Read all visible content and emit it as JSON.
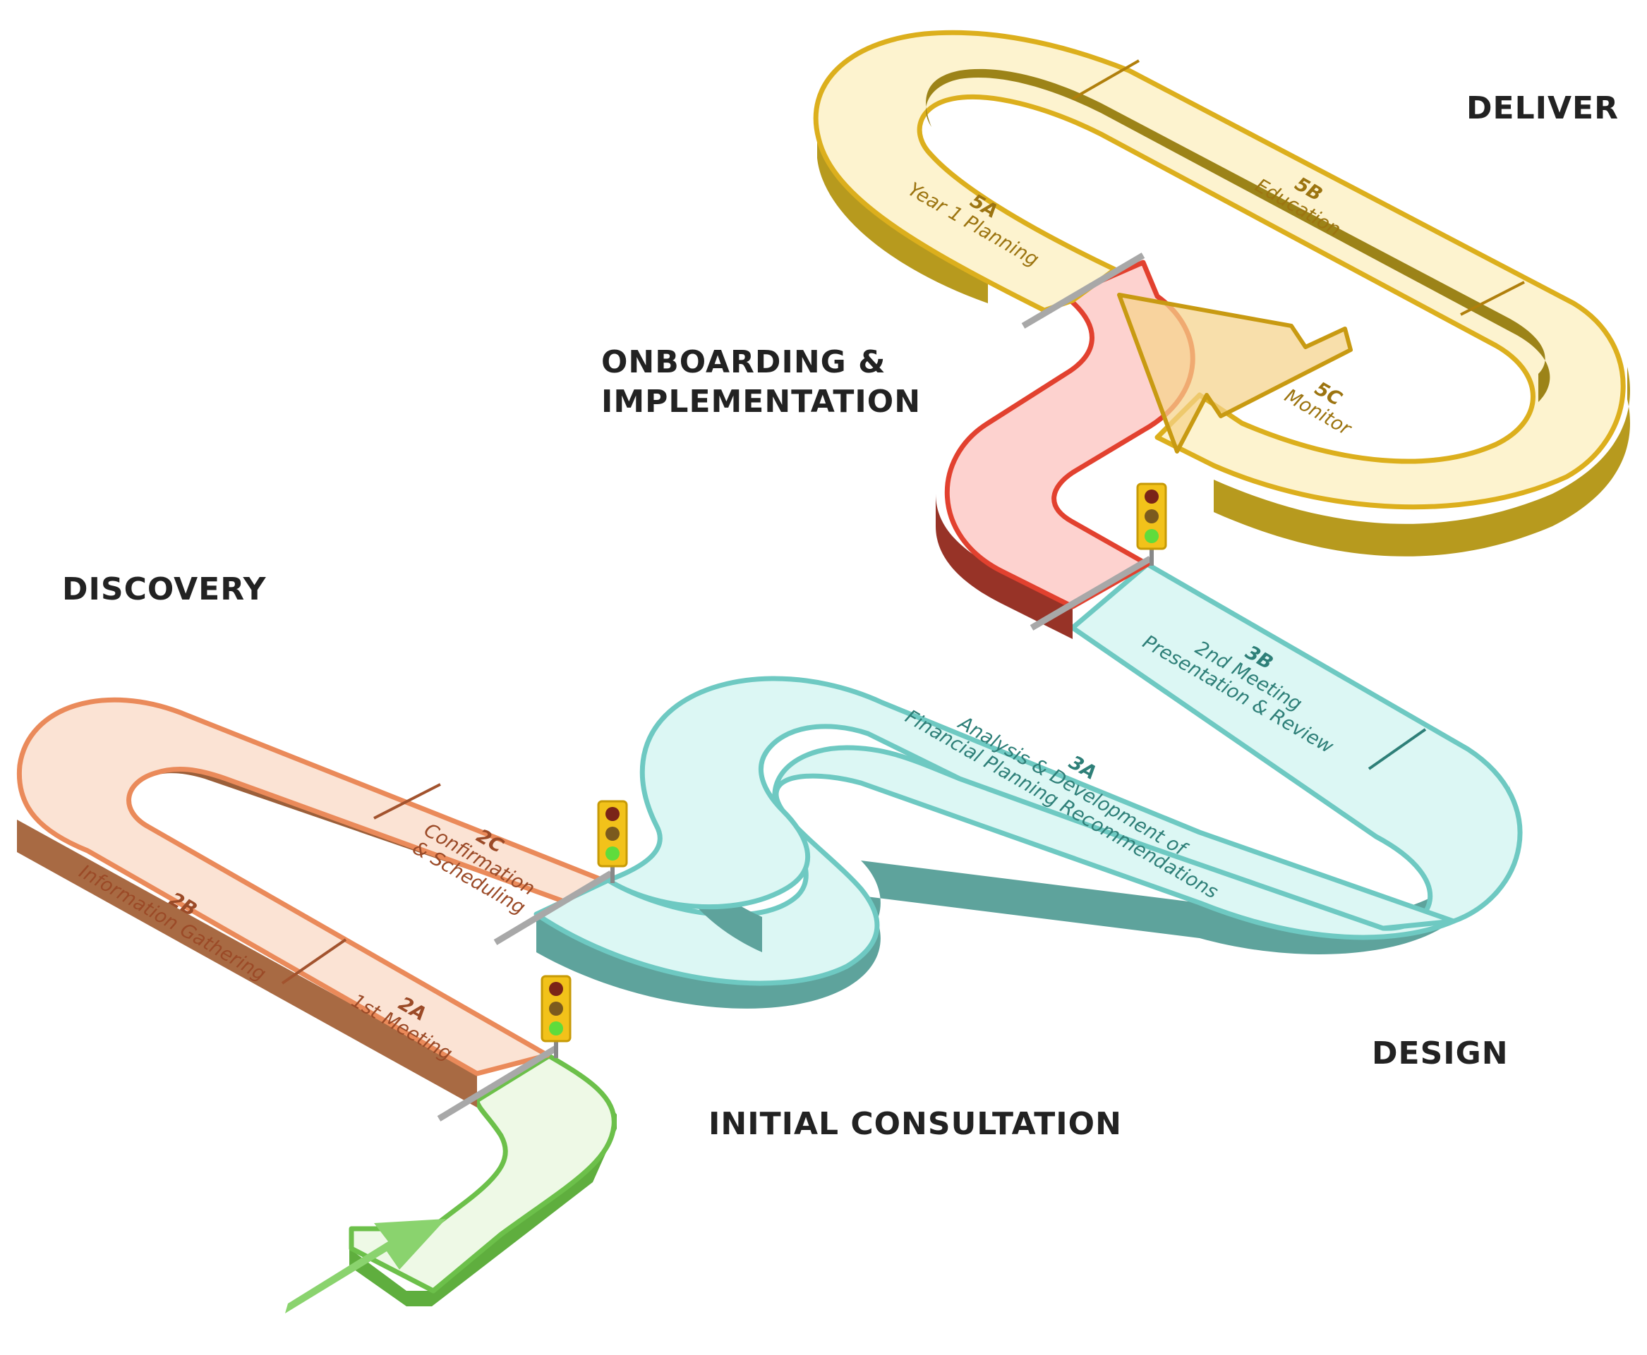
{
  "stages": {
    "initial": "INITIAL CONSULTATION",
    "discovery": "DISCOVERY",
    "design": "DESIGN",
    "onboarding_line1": "ONBOARDING &",
    "onboarding_line2": "IMPLEMENTATION",
    "deliver": "DELIVER"
  },
  "steps": {
    "s2a": {
      "code": "2A",
      "line1": "1st Meeting",
      "line2": ""
    },
    "s2b": {
      "code": "2B",
      "line1": "Information Gathering",
      "line2": ""
    },
    "s2c": {
      "code": "2C",
      "line1": "Confirmation",
      "line2": "& Scheduling"
    },
    "s3a": {
      "code": "3A",
      "line1": "Analysis & Development of",
      "line2": "Financial Planning Recommendations"
    },
    "s3b": {
      "code": "3B",
      "line1": "2nd Meeting",
      "line2": "Presentation & Review"
    },
    "s5a": {
      "code": "5A",
      "line1": "Year 1 Planning",
      "line2": ""
    },
    "s5b": {
      "code": "5B",
      "line1": "Education",
      "line2": ""
    },
    "s5c": {
      "code": "5C",
      "line1": "Monitor",
      "line2": ""
    }
  },
  "colors": {
    "green_top": "#eef9e6",
    "green_edge": "#6cc04a",
    "green_side": "#5fae3e",
    "orange_top": "#fbe3d4",
    "orange_edge": "#ea8a5a",
    "orange_side": "#a86a43",
    "teal_top": "#dcf7f4",
    "teal_edge": "#6ec9c2",
    "teal_side": "#5ea39c",
    "red_top": "#fdd2cf",
    "red_edge": "#e2412f",
    "red_side": "#973327",
    "yellow_top": "#fdf3cf",
    "yellow_edge": "#dcaf1d",
    "yellow_side": "#b79a1e",
    "orange_text": "#9b4a27",
    "teal_text": "#2e7f78",
    "yellow_text": "#9c7410"
  }
}
